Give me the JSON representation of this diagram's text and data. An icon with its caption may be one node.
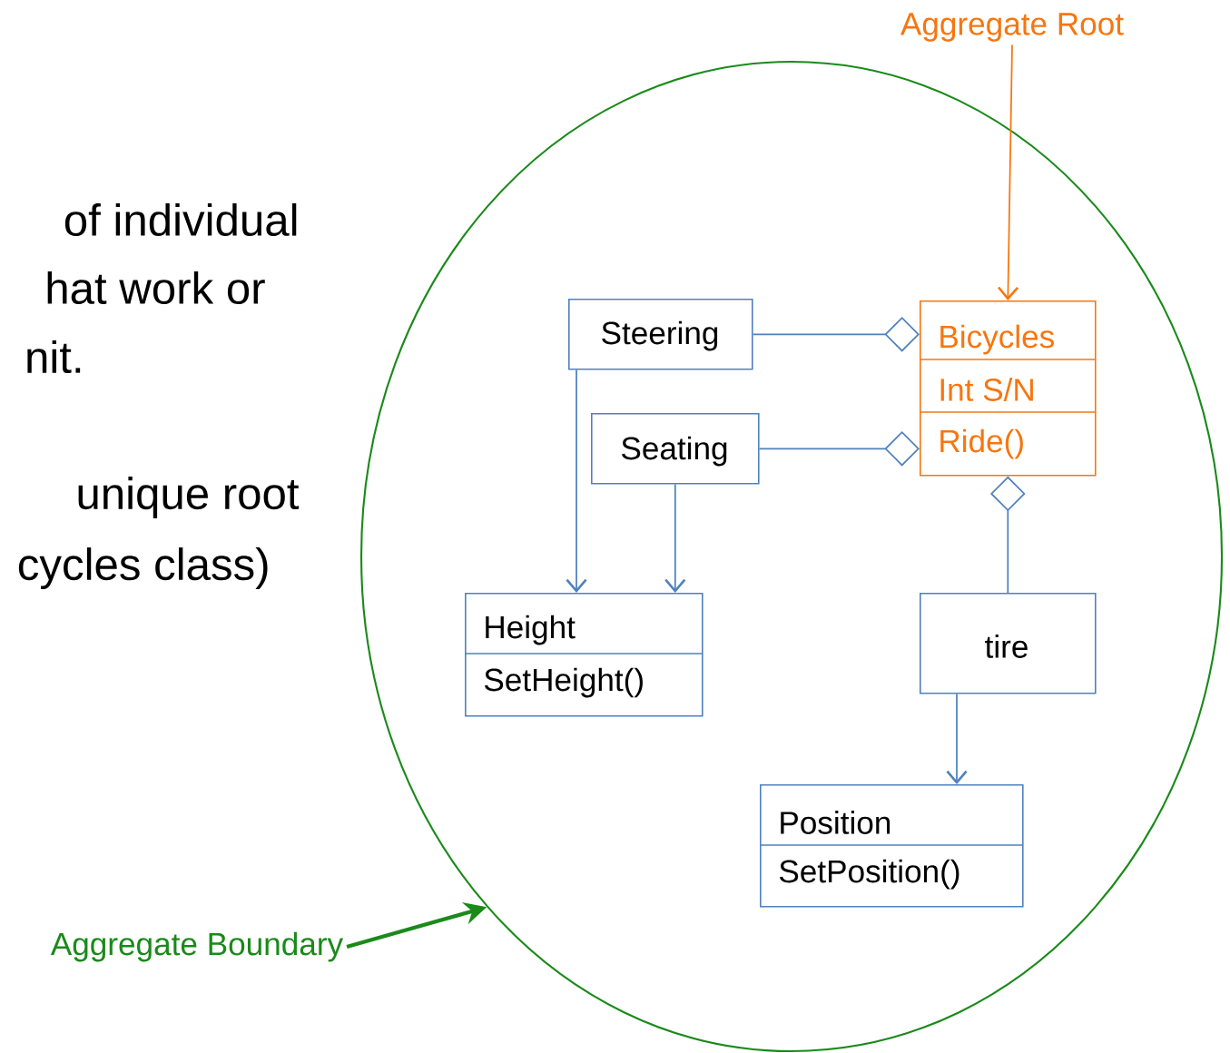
{
  "diagram": {
    "nodes": [
      {
        "text": [],
        "shape": "ellipse"
      },
      {
        "text": [
          "Steering"
        ],
        "in": 0
      },
      {
        "text": [
          "Bicycles",
          "Int S/N",
          "Ride()"
        ],
        "in": 0
      },
      {
        "text": [
          "Seating"
        ],
        "in": 0
      },
      {
        "text": [
          "Height",
          "SetHeight()"
        ],
        "in": 0
      },
      {
        "text": [
          "tire"
        ],
        "in": 0
      },
      {
        "text": [
          "Position",
          "SetPosition()"
        ],
        "in": 0
      },
      {
        "text": [
          "Aggregate Root"
        ]
      },
      {
        "text": [
          "Aggregate Boundary"
        ]
      }
    ],
    "edges": [
      {
        "from": 7,
        "to": 2,
        "arrow": "to",
        "color": "#f7760f"
      },
      {
        "from": 8,
        "to": 0,
        "arrow": "to",
        "color": "#1a8a1a",
        "style": "thick"
      },
      {
        "from": 1,
        "to": 2,
        "arrow": "other"
      },
      {
        "from": 3,
        "to": 2,
        "arrow": "other"
      },
      {
        "from": 5,
        "to": 2,
        "arrow": "other"
      },
      {
        "from": 1,
        "to": 4,
        "arrow": "to"
      },
      {
        "from": 3,
        "to": 4,
        "arrow": "to"
      },
      {
        "from": 5,
        "to": 6,
        "arrow": "to"
      }
    ],
    "labels": [
      "of individual",
      "hat work or",
      "nit.",
      "unique root",
      "cycles class)"
    ]
  }
}
